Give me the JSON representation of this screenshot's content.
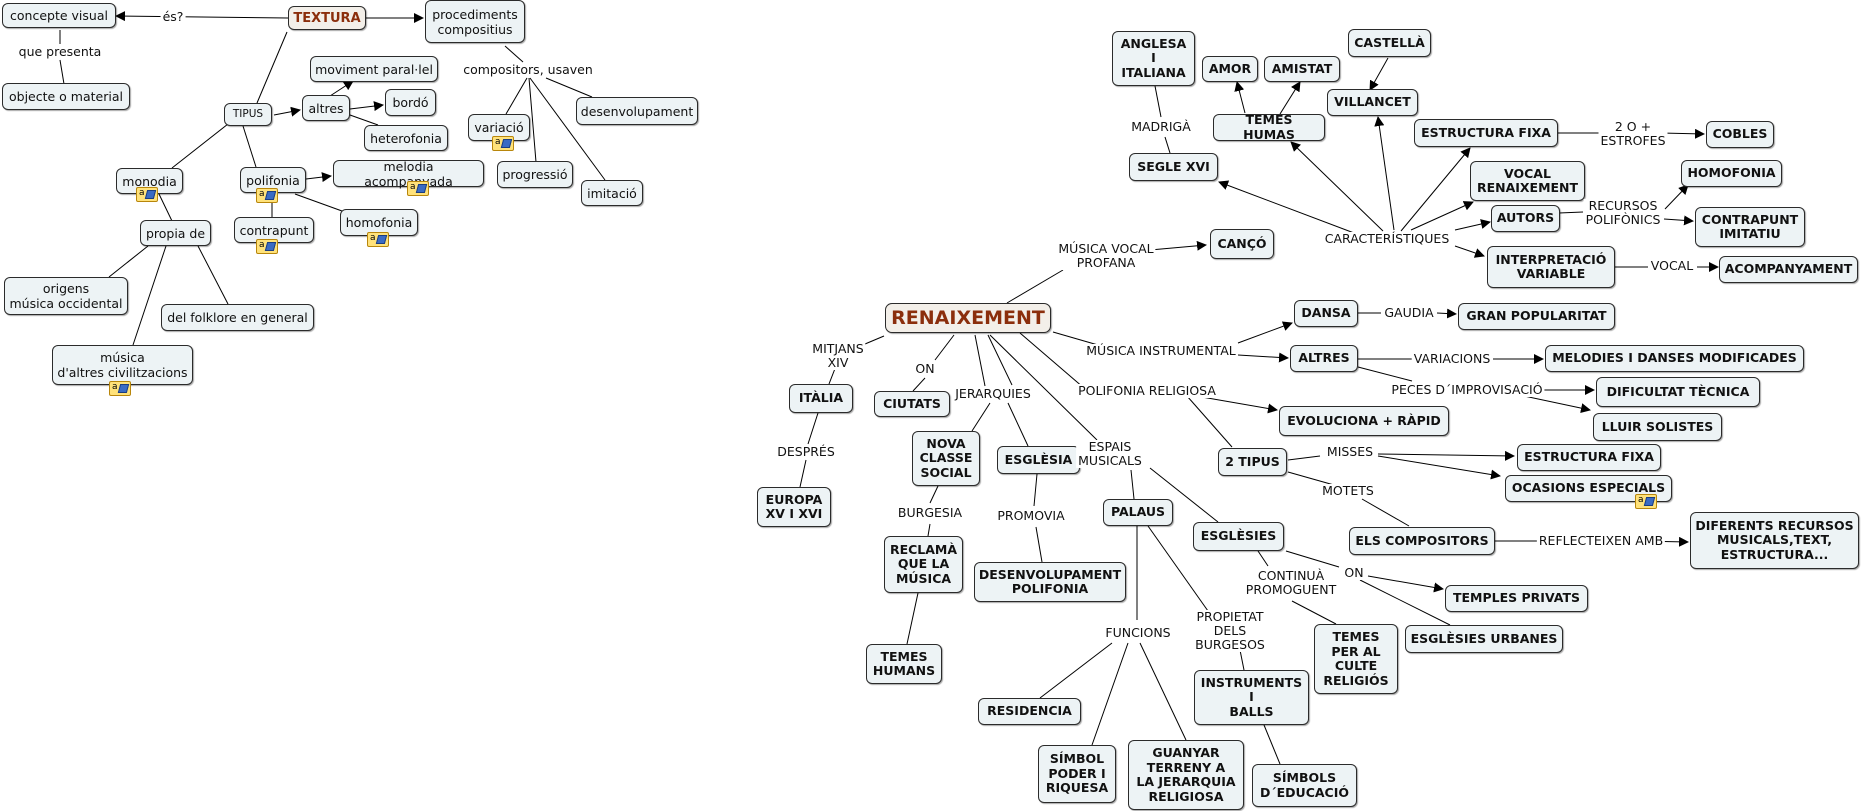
{
  "left_map": {
    "textura": "TEXTURA",
    "concepte_visual": "concepte visual",
    "es": "és?",
    "que_presenta": "que presenta",
    "objecte_material": "objecte o material",
    "procediments": "procediments\ncompositius",
    "compositors_usaven": "compositors, usaven",
    "variacio": "variació",
    "progressio": "progressió",
    "imitacio": "imitació",
    "desenvolupament": "desenvolupament",
    "tipus": "TIPUS",
    "altres": "altres",
    "moviment_parallel": "moviment paral·lel",
    "bordo": "bordó",
    "heterofonia": "heterofonia",
    "monodia": "monodia",
    "polifonia": "polifonia",
    "melodia_acompanyada": "melodia acompanyada",
    "homofonia": "homofonia",
    "contrapunt": "contrapunt",
    "propia_de": "propia de",
    "origens": "origens\nmúsica occidental",
    "folklore": "del folklore en general",
    "altres_civilitzacions": "música\nd'altres civilitzacions"
  },
  "right_map": {
    "renaixement": "RENAIXEMENT",
    "musica_vocal_profana": "MÚSICA VOCAL\nPROFANA",
    "canco": "CANÇÓ",
    "caracteristiques": "CARACTERÍSTIQUES",
    "segle_xvi": "SEGLE XVI",
    "madriga": "MADRIGÀ",
    "anglesa_italiana": "ANGLESA\nI\nITALIANA",
    "temes_humas": "TEMES HUMAS",
    "amor": "AMOR",
    "amistat": "AMISTAT",
    "villancet": "VILLANCET",
    "castella": "CASTELLÀ",
    "estructura_fixa": "ESTRUCTURA FIXA",
    "dos_o_mes_estrofes": "2 O +\nESTROFES",
    "cobles": "COBLES",
    "vocal_renaixement": "VOCAL\nRENAIXEMENT",
    "autors": "AUTORS",
    "recursos_polifonics": "RECURSOS\nPOLIFÒNICS",
    "homofonia": "HOMOFONIA",
    "contrapunt_imitatiu": "CONTRAPUNT\nIMITATIU",
    "interpretacio_variable": "INTERPRETACIÓ\nVARIABLE",
    "vocal": "VOCAL",
    "acompanyament": "ACOMPANYAMENT",
    "musica_instrumental": "MÚSICA INSTRUMENTAL",
    "dansa": "DANSA",
    "gaudia": "GAUDIA",
    "gran_popularitat": "GRAN POPULARITAT",
    "altres": "ALTRES",
    "variacions": "VARIACIONS",
    "melodies_danses": "MELODIES I DANSES MODIFICADES",
    "peces_improvisacio": "PECES D´IMPROVISACIÓ",
    "dificultat_tecnica": "DIFICULTAT TÈCNICA",
    "lluir_solistes": "LLUIR SOLISTES",
    "polifonia_religiosa": "POLIFONIA RELIGIOSA",
    "evoluciona": "EVOLUCIONA + RÀPID",
    "dos_tipus": "2 TIPUS",
    "misses": "MISSES",
    "estructura_fixa_2": "ESTRUCTURA FIXA",
    "motets": "MOTETS",
    "ocasions_especials": "OCASIONS ESPECIALS",
    "els_compositors": "ELS COMPOSITORS",
    "reflecteixen_amb": "REFLECTEIXEN AMB",
    "diferents_recursos": "DIFERENTS RECURSOS\nMUSICALS,TEXT,\nESTRUCTURA...",
    "mitjans_xiv": "MITJANS\nXIV",
    "italia": "ITÀLIA",
    "despres": "DESPRÉS",
    "europa": "EUROPA\nXV I XVI",
    "on": "ON",
    "ciutats": "CIUTATS",
    "jerarquies": "JERARQUIES",
    "nova_classe_social": "NOVA\nCLASSE\nSOCIAL",
    "burgesia": "BURGESIA",
    "reclama": "RECLAMÀ\nQUE LA\nMÚSICA",
    "temes_humans": "TEMES\nHUMANS",
    "esglesia": "ESGLÈSIA",
    "promovia": "PROMOVIA",
    "desenvolupament_polifonia": "DESENVOLUPAMENT\nPOLIFONIA",
    "espais_musicals": "ESPAIS\nMUSICALS",
    "palaus": "PALAUS",
    "funcions": "FUNCIONS",
    "residencia": "RESIDENCIA",
    "simbol_poder": "SÍMBOL\nPODER I\nRIQUESA",
    "guanyar_terreny": "GUANYAR\nTERRENY A\nLA JERARQUIA\nRELIGIOSA",
    "propietat_burgesos": "PROPIETAT\nDELS\nBURGESOS",
    "instruments_balls": "INSTRUMENTS\nI\nBALLS",
    "simbols_educacio": "SÍMBOLS\nD´EDUCACIÓ",
    "esglesies": "ESGLÈSIES",
    "continua_promoguent": "CONTINUÀ\nPROMOGUENT",
    "temes_culte": "TEMES\nPER AL\nCULTE\nRELIGIÓS",
    "on_2": "ON",
    "temples_privats": "TEMPLES PRIVATS",
    "esglesies_urbanes": "ESGLÈSIES URBANES"
  },
  "icons": {
    "note": "note-icon"
  },
  "colors": {
    "node_fill": "#edf3f5",
    "title_text": "#8b2e0c",
    "line": "#000000"
  }
}
